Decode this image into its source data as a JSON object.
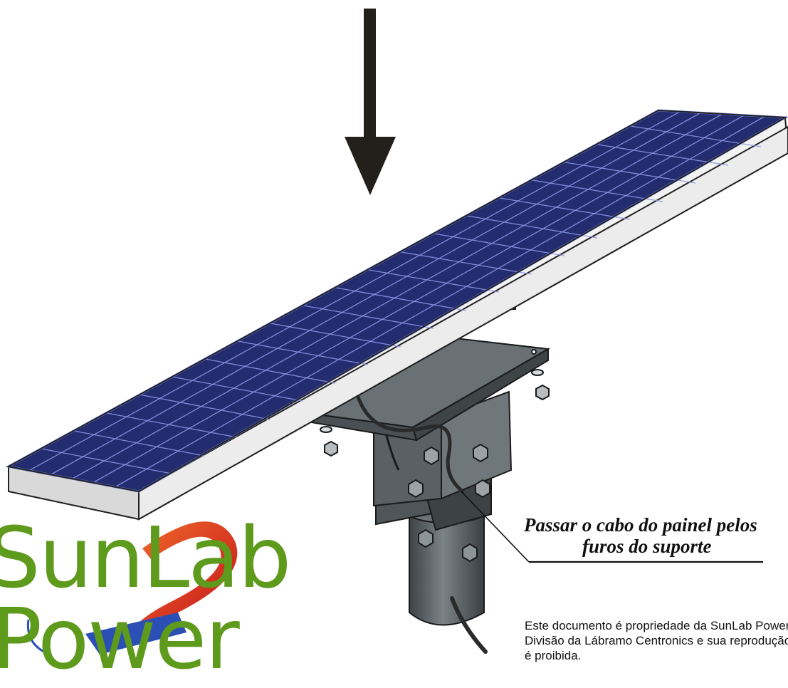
{
  "instruction": {
    "line1": "Passar o cabo do painel pelos",
    "line2": "furos do suporte"
  },
  "footer": {
    "line1": "Este documento é propriedade da SunLab Power",
    "line2": "Divisão da Lábramo Centronics e sua reprodução",
    "line3": "é proibida."
  },
  "logo": {
    "word1": "SunLab",
    "word2": "Power",
    "green": "#5e9a1c",
    "red": "#e3281e",
    "blue": "#2b4fb5"
  },
  "colors": {
    "panel_cell": "#1f2a6b",
    "panel_border": "#6b77d6",
    "panel_frame": "#eeeeee",
    "bracket": "#5e6468",
    "arrow": "#231f1a"
  },
  "icons": [
    "down-arrow-icon",
    "solar-panel-icon",
    "mounting-bracket-icon",
    "cable-icon",
    "callout-leader-icon"
  ]
}
